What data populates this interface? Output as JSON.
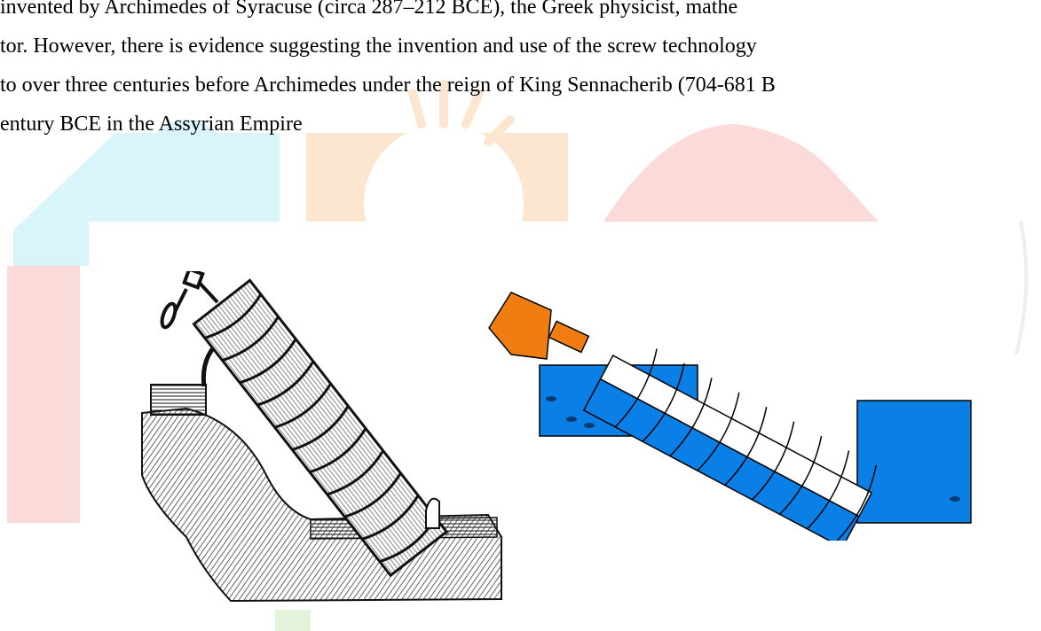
{
  "document": {
    "paragraph_lines": [
      "invented by Archimedes of Syracuse (circa 287–212 BCE), the Greek physicist, mathe",
      "tor. However, there is evidence suggesting the invention and use of the screw technology",
      "to over three centuries before Archimedes under the reign of King Sennacherib (704-681 B",
      "entury BCE in the Assyrian Empire"
    ]
  },
  "figures": {
    "left_icon": "engraving-archimedes-screw",
    "right_icon": "archimedes-screw-diagram"
  },
  "colors": {
    "watermark_cyan": "#d7f5fa",
    "watermark_orange": "#fde6cf",
    "watermark_red": "#fbdada",
    "watermark_green": "#e3f3d9",
    "water_blue": "#0a7fe6",
    "motor_orange": "#f07d12"
  }
}
